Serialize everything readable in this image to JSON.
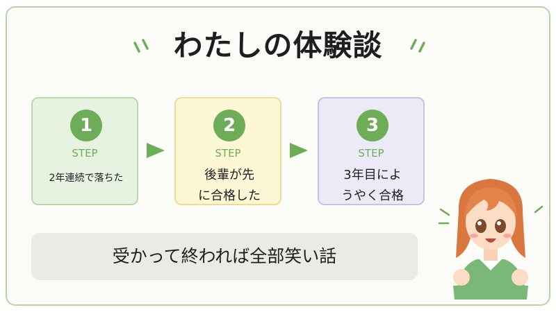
{
  "title": "わたしの体験談",
  "steps": [
    {
      "number": "1",
      "label": "STEP",
      "text": "2年連続で落ちた"
    },
    {
      "number": "2",
      "label": "STEP",
      "text_line1": "後輩が先",
      "text_line2": "に合格した"
    },
    {
      "number": "3",
      "label": "STEP",
      "text_line1": "3年目によ",
      "text_line2": "うやく合格"
    }
  ],
  "banner": "受かって終われば全部笑い話",
  "colors": {
    "accent_green": "#6ead57",
    "step1_bg": "#e8f2e0",
    "step2_bg": "#fdf7d6",
    "step3_bg": "#eceaf7",
    "banner_bg": "#e8ece4",
    "frame": "#b9d3a8"
  },
  "icons": [
    "sparkle-tick-icon",
    "arrow-right-icon",
    "cheering-girl-illustration"
  ]
}
